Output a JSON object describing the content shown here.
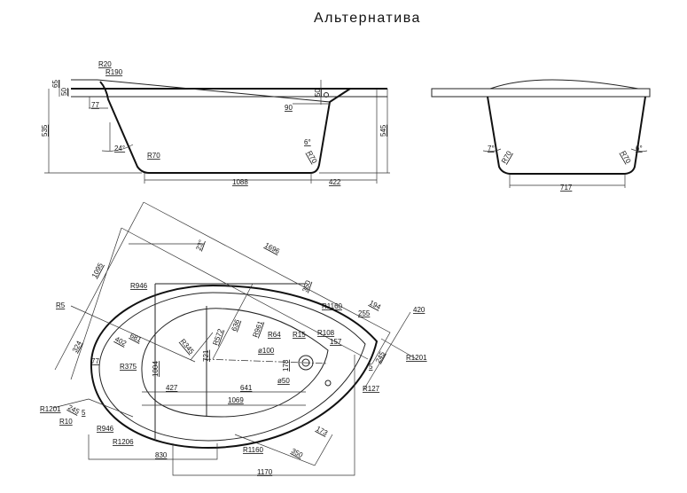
{
  "title": "Альтернатива",
  "side_view": {
    "labels": [
      "R20",
      "R190",
      "65",
      "50",
      "77",
      "535",
      "24°",
      "R70",
      "1088",
      "422",
      "50",
      "90",
      "545",
      "6°",
      "R70"
    ]
  },
  "end_view": {
    "labels": [
      "7°",
      "R70",
      "R70",
      "6°",
      "717"
    ]
  },
  "plan_view": {
    "labels": [
      "1696",
      "1095",
      "23°",
      "R946",
      "350",
      "R1160",
      "194",
      "420",
      "255",
      "R5",
      "681",
      "402",
      "636",
      "R961",
      "R572",
      "R345",
      "R64",
      "R15",
      "R108",
      "157",
      "324",
      "721",
      "ø100",
      "R1201",
      "245",
      "5",
      "77",
      "R375",
      "1004",
      "178",
      "ø50",
      "R127",
      "427",
      "641",
      "1069",
      "R1201",
      "245",
      "5",
      "R10",
      "R946",
      "173",
      "R1206",
      "350",
      "R1160",
      "830",
      "1170"
    ]
  }
}
